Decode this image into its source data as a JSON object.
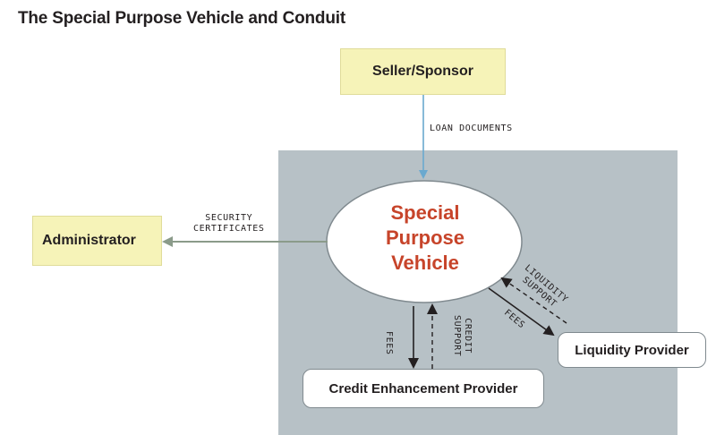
{
  "title": "The Special Purpose Vehicle and Conduit",
  "nodes": {
    "seller": "Seller/Sponsor",
    "administrator": "Administrator",
    "spv": [
      "Special",
      "Purpose",
      "Vehicle"
    ],
    "credit_provider": "Credit Enhancement Provider",
    "liquidity_provider": "Liquidity Provider"
  },
  "edges": {
    "loan_documents": "LOAN DOCUMENTS",
    "security_certificates": [
      "SECURITY",
      "CERTIFICATES"
    ],
    "fees_credit": "FEES",
    "credit_support": [
      "CREDIT",
      "SUPPORT"
    ],
    "liquidity_support": [
      "LIQUIDITY",
      "SUPPORT"
    ],
    "fees_liquidity": "FEES"
  },
  "colors": {
    "panel": "#b7c1c6",
    "yellow_box": "#f6f3b8",
    "spv_text": "#c7442a",
    "loan_arrow": "#6aa9cf",
    "security_arrow": "#8b9b8a"
  }
}
